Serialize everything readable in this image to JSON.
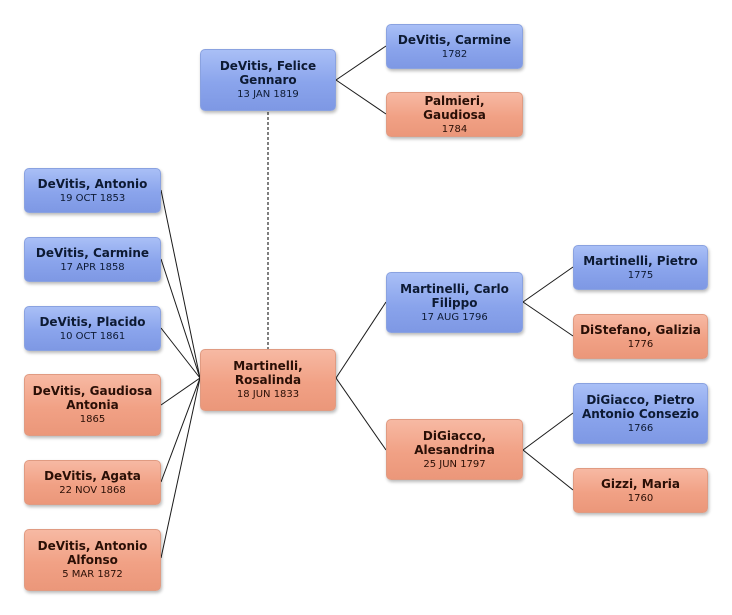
{
  "people": {
    "felice": {
      "name": "DeVitis, Felice Gennaro",
      "date": "13 JAN 1819"
    },
    "carmine_sr": {
      "name": "DeVitis, Carmine",
      "date": "1782"
    },
    "gaudiosa_p": {
      "name": "Palmieri, Gaudiosa",
      "date": "1784"
    },
    "antonio": {
      "name": "DeVitis, Antonio",
      "date": "19 OCT 1853"
    },
    "carmine": {
      "name": "DeVitis, Carmine",
      "date": "17 APR 1858"
    },
    "placido": {
      "name": "DeVitis, Placido",
      "date": "10 OCT 1861"
    },
    "gaudiosa_a": {
      "name": "DeVitis, Gaudiosa Antonia",
      "date": "1865"
    },
    "agata": {
      "name": "DeVitis, Agata",
      "date": "22 NOV 1868"
    },
    "antonio_alfonso": {
      "name": "DeVitis, Antonio Alfonso",
      "date": "5 MAR 1872"
    },
    "rosalinda": {
      "name": "Martinelli, Rosalinda",
      "date": "18 JUN 1833"
    },
    "carlo": {
      "name": "Martinelli, Carlo Filippo",
      "date": "17 AUG 1796"
    },
    "alesandrina": {
      "name": "DiGiacco, Alesandrina",
      "date": "25 JUN 1797"
    },
    "pietro_m": {
      "name": "Martinelli, Pietro",
      "date": "1775"
    },
    "galizia": {
      "name": "DiStefano, Galizia",
      "date": "1776"
    },
    "pietro_d": {
      "name": "DiGiacco, Pietro Antonio Consezio",
      "date": "1766"
    },
    "maria": {
      "name": "Gizzi, Maria",
      "date": "1760"
    }
  },
  "colors": {
    "male": "#8aa4ec",
    "female": "#f1a185",
    "line": "#1a1a1a",
    "spouse_line": "#555555"
  }
}
